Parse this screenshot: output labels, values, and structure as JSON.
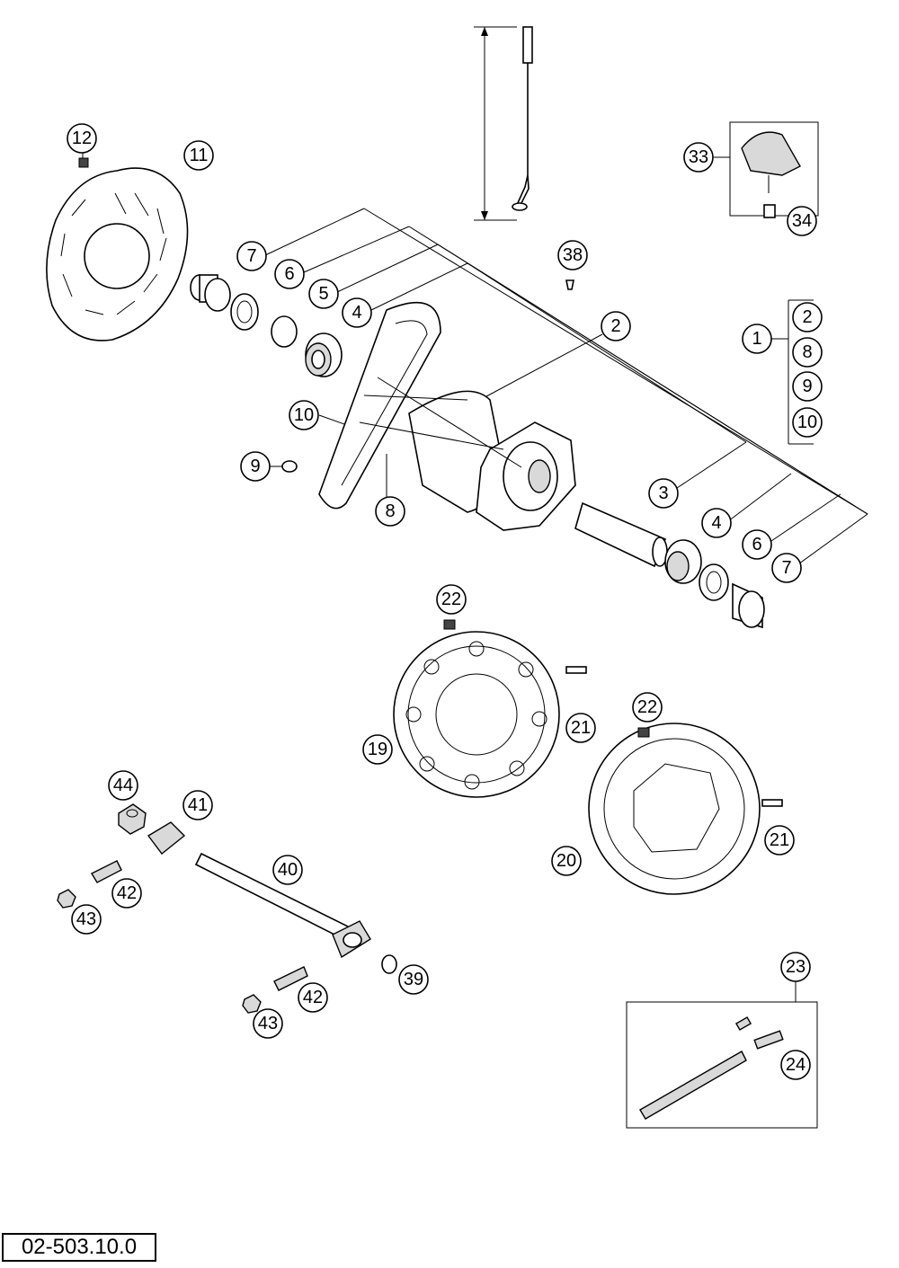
{
  "diagram": {
    "doc_number": "02-503.10.0",
    "callouts": {
      "c1": "1",
      "c2a": "2",
      "c2b": "2",
      "c3": "3",
      "c4a": "4",
      "c4b": "4",
      "c5": "5",
      "c6a": "6",
      "c6b": "6",
      "c7a": "7",
      "c7b": "7",
      "c8a": "8",
      "c8b": "8",
      "c9a": "9",
      "c9b": "9",
      "c10a": "10",
      "c10b": "10",
      "c11": "11",
      "c12": "12",
      "c19": "19",
      "c20": "20",
      "c21a": "21",
      "c21b": "21",
      "c22a": "22",
      "c22b": "22",
      "c23": "23",
      "c24": "24",
      "c33": "33",
      "c34": "34",
      "c38": "38",
      "c39": "39",
      "c40": "40",
      "c41": "41",
      "c42a": "42",
      "c42b": "42",
      "c43a": "43",
      "c43b": "43",
      "c44": "44"
    }
  }
}
